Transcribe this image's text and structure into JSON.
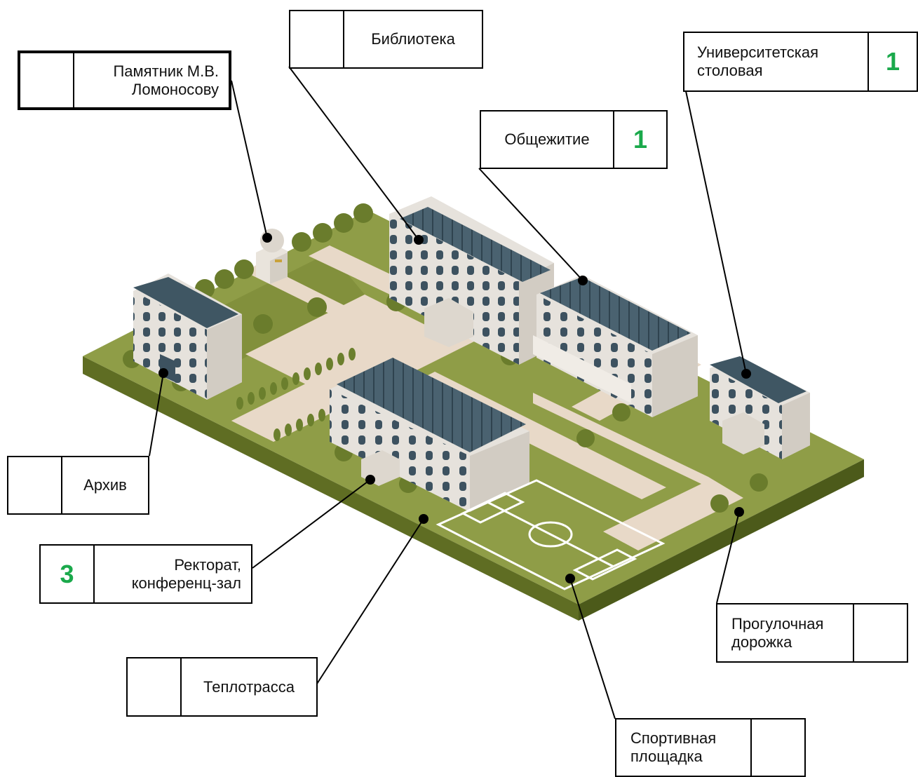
{
  "labels": {
    "monument": {
      "text": "Памятник М.В.\nЛомоносову",
      "number": ""
    },
    "library": {
      "text": "Библиотека",
      "number": ""
    },
    "canteen": {
      "text": "Университетская\nстоловая",
      "number": "1"
    },
    "dormitory": {
      "text": "Общежитие",
      "number": "1"
    },
    "archive": {
      "text": "Архив",
      "number": ""
    },
    "rectorate": {
      "text": "Ректорат,\nконференц-зал",
      "number": "3"
    },
    "heating": {
      "text": "Теплотрасса",
      "number": ""
    },
    "walkway": {
      "text": "Прогулочная\nдорожка",
      "number": ""
    },
    "sports": {
      "text": "Спортивная\nплощадка",
      "number": ""
    }
  },
  "colors": {
    "grass": "#8c9a45",
    "path": "#e8d9c8",
    "building": "#e6e2dc",
    "roof": "#3f5663",
    "number": "#1aa94b"
  }
}
